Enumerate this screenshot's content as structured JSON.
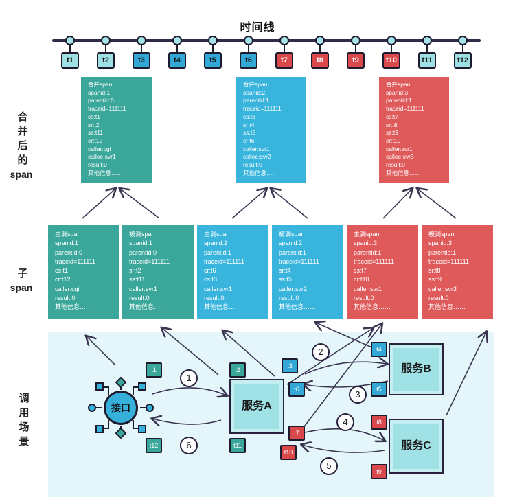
{
  "title": "时间线",
  "timeline": {
    "ticks": [
      {
        "label": "t1",
        "color": "teal"
      },
      {
        "label": "t2",
        "color": "teal"
      },
      {
        "label": "t3",
        "color": "blue"
      },
      {
        "label": "t4",
        "color": "blue"
      },
      {
        "label": "t5",
        "color": "blue"
      },
      {
        "label": "t6",
        "color": "blue"
      },
      {
        "label": "t7",
        "color": "red"
      },
      {
        "label": "t8",
        "color": "red"
      },
      {
        "label": "t9",
        "color": "red"
      },
      {
        "label": "t10",
        "color": "red"
      },
      {
        "label": "t11",
        "color": "teal"
      },
      {
        "label": "t12",
        "color": "teal"
      }
    ]
  },
  "side_labels": {
    "merged": [
      "合",
      "并",
      "后",
      "的",
      "span"
    ],
    "child": [
      "子",
      "span"
    ],
    "scene": [
      "调",
      "用",
      "场",
      "景"
    ]
  },
  "merged_spans": [
    {
      "color": "teal",
      "lines": [
        "合并span",
        "spanid:1",
        "parentid:0",
        "traceid=111111",
        "cs:t1",
        "sr:t2",
        "ss:t11",
        "cr:t12",
        "caller:cgi",
        "callee:svr1",
        "result:0",
        "其他信息……"
      ]
    },
    {
      "color": "blue",
      "lines": [
        "合并span",
        "spanid:2",
        "parentid:1",
        "traceid=111111",
        "cs:t3",
        "sr:t4",
        "ss:t5",
        "cr:t6",
        "caller:svr1",
        "callee:svr2",
        "result:0",
        "其他信息……"
      ]
    },
    {
      "color": "red",
      "lines": [
        "合并span",
        "spanid:3",
        "parentid:1",
        "traceid=111111",
        "cs:t7",
        "sr:t8",
        "ss:t9",
        "cr:t10",
        "caller:svr1",
        "callee:svr3",
        "result:0",
        "其他信息……"
      ]
    }
  ],
  "child_spans": [
    {
      "color": "teal",
      "lines": [
        "主调span",
        "spanid:1",
        "parentid:0",
        "traceid=111111",
        "cs:t1",
        "cr:t12",
        "caller:cgi",
        "result:0",
        "其他信息……"
      ]
    },
    {
      "color": "teal",
      "lines": [
        "被调span",
        "spanid:1",
        "parentid:0",
        "traceid=111111",
        " sr:t2",
        "ss:t11",
        "caller:svr1",
        "result:0",
        "其他信息……"
      ]
    },
    {
      "color": "blue",
      "lines": [
        "主调span",
        "spanid:2",
        "parentid:1",
        "traceid=111111",
        "cr:t6",
        "cs:t3",
        "caller:svr1",
        "result:0",
        "其他信息……"
      ]
    },
    {
      "color": "blue",
      "lines": [
        "被调span",
        "spanid:2",
        "parentid:1",
        "traceid=111111",
        "sr:t4",
        "ss:t5",
        "caller:svr2",
        "result:0",
        "其他信息……"
      ]
    },
    {
      "color": "red",
      "lines": [
        "主调span",
        "spanid:3",
        "parentid:1",
        "traceid=111111",
        "cs:t7",
        "cr:t10",
        "caller:svr1",
        "result:0",
        "其他信息……"
      ]
    },
    {
      "color": "red",
      "lines": [
        "被调span",
        "spanid:3",
        "parentid:1",
        "traceid=111111",
        "sr:t8",
        "ss:t9",
        "caller:svr3",
        "result:0",
        "其他信息……"
      ]
    }
  ],
  "scene": {
    "hub": "接口",
    "service_a": "服务A",
    "service_b": "服务B",
    "service_c": "服务C",
    "steps": [
      "1",
      "2",
      "3",
      "4",
      "5",
      "6"
    ],
    "tags": [
      "t1",
      "t2",
      "t3",
      "t4",
      "t5",
      "t6",
      "t7",
      "t8",
      "t9",
      "t10",
      "t11",
      "t12"
    ]
  }
}
